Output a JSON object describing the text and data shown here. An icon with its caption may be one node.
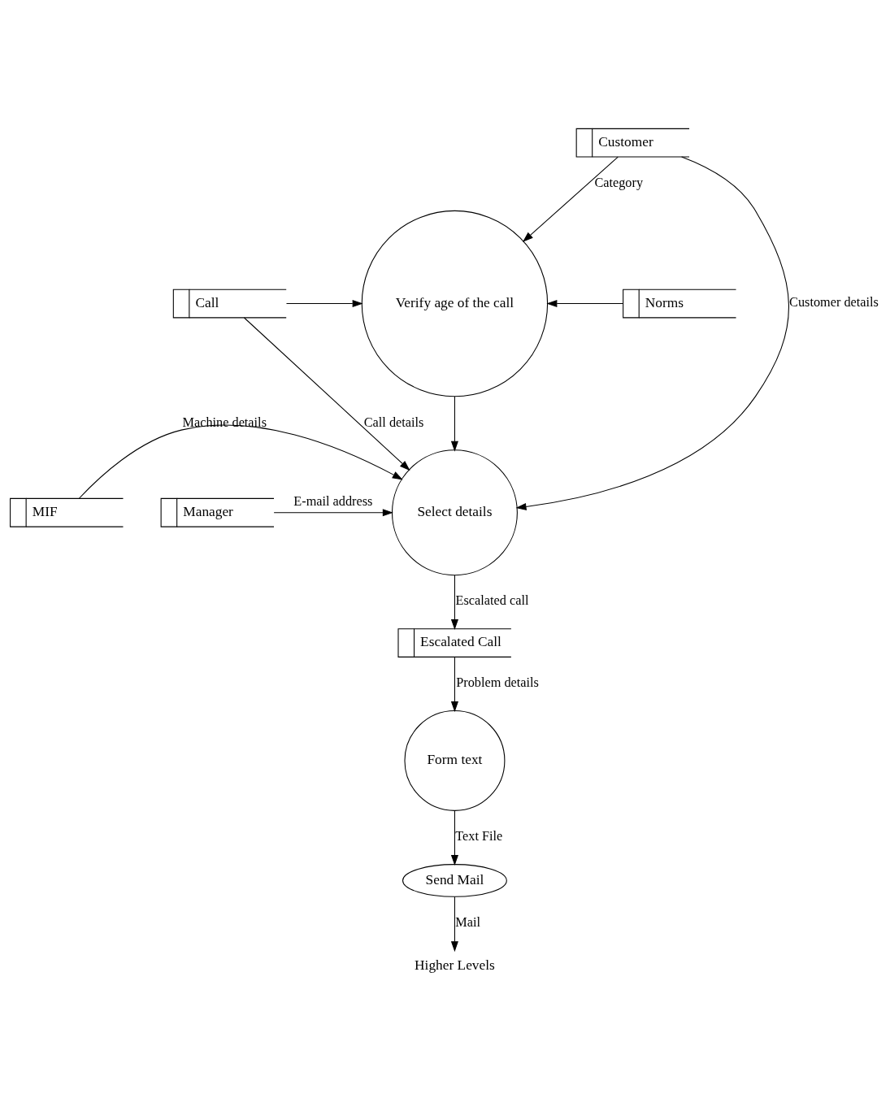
{
  "diagram": {
    "nodes": [
      {
        "text": [
          "Verify age of the call"
        ]
      },
      {
        "text": [
          "Call"
        ]
      },
      {
        "text": [
          "Norms"
        ]
      },
      {
        "text": [
          "Manager"
        ]
      },
      {
        "text": [
          "Select details"
        ]
      },
      {
        "text": [
          "MIF"
        ]
      },
      {
        "text": [
          "Customer"
        ]
      },
      {
        "text": [
          "Escalated Call"
        ]
      },
      {
        "text": [
          "Form text"
        ]
      },
      {
        "text": [
          "Send Mail"
        ]
      },
      {
        "text": [
          "Higher Levels"
        ]
      }
    ],
    "edges": [
      {
        "from": 6,
        "to": 0,
        "arrow": "to",
        "label": "Category"
      },
      {
        "from": 1,
        "to": 0,
        "arrow": "to"
      },
      {
        "from": 2,
        "to": 0,
        "arrow": "to"
      },
      {
        "from": 1,
        "to": 4,
        "arrow": "to",
        "label": "Call details"
      },
      {
        "from": 0,
        "to": 4,
        "arrow": "to"
      },
      {
        "from": 3,
        "to": 4,
        "arrow": "to",
        "label": "E-mail address"
      },
      {
        "from": 5,
        "to": 4,
        "arrow": "to",
        "label": "Machine details"
      },
      {
        "from": 6,
        "to": 4,
        "arrow": "to",
        "label": "Customer details"
      },
      {
        "from": 4,
        "to": 7,
        "arrow": "to",
        "label": "Escalated call"
      },
      {
        "from": 7,
        "to": 8,
        "arrow": "to",
        "label": "Problem details"
      },
      {
        "from": 8,
        "to": 9,
        "arrow": "to",
        "label": "Text File"
      },
      {
        "from": 9,
        "to": 10,
        "arrow": "to",
        "label": "Mail"
      }
    ]
  }
}
